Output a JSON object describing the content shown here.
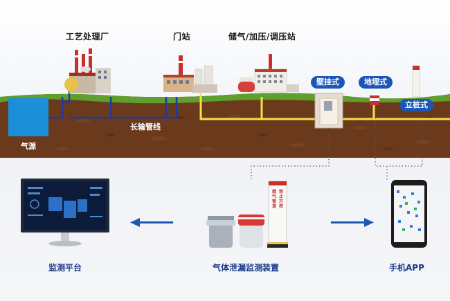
{
  "labels": {
    "factory": "工艺处理厂",
    "gate": "门站",
    "storage": "储气/加压/调压站",
    "wall": "壁挂式",
    "buried": "地埋式",
    "pile": "立桩式",
    "gas_source": "气源",
    "pipeline": "长输管线",
    "monitor": "监测平台",
    "device": "气体泄漏监测装置",
    "app": "手机APP"
  },
  "post_text": [
    "燃气管道",
    "禁止开挖"
  ],
  "colors": {
    "sky": "#ffffff",
    "grass": "#5f9f2e",
    "soil": "#6b3a1c",
    "water": "#1b8fd8",
    "pipe_blue": "#1b3aa8",
    "pipe_yellow": "#f3e24a",
    "pill_blue": "#1d57b5",
    "arrow_blue": "#1d57b5"
  }
}
